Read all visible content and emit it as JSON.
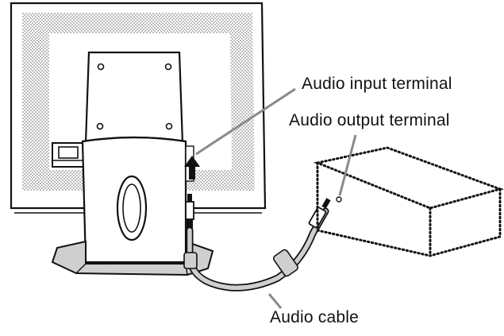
{
  "labels": {
    "audio_input_terminal": "Audio input terminal",
    "audio_output_terminal": "Audio output terminal",
    "audio_cable": "Audio cable"
  },
  "colors": {
    "line": "#111111",
    "fill_gray": "#cfcfcf",
    "dot_pattern": "#9a9a9a",
    "background": "#ffffff"
  }
}
